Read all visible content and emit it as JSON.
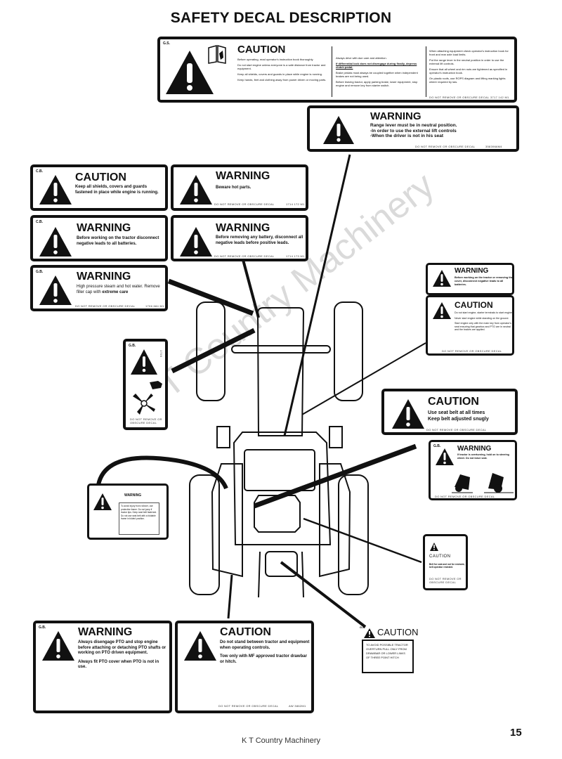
{
  "page": {
    "title": "SAFETY DECAL DESCRIPTION",
    "page_number": "15",
    "footer": "K T Country Machinery",
    "watermark": "K T Country Machinery"
  },
  "decals": {
    "operator_manual": {
      "code": "G.S.",
      "heading": "CAUTION",
      "col1": [
        "Before operating, read operator's instruction book thoroughly.",
        "Do not start engine unless everyone is a safe distance from tractor and equipment.",
        "Keep all shields, covers and guards in place while engine is running.",
        "Keep hands, feet and clothing away from power driven or moving parts."
      ],
      "col2": [
        "Always drive with due care and attention.",
        "If differential lock does not disengage during finally, depress clutch pedal.",
        "Brake pedals must always be coupled together when independent brakes are not being used.",
        "Before leaving tractor, apply parking brake, lower equipment, stop engine and remove key from starter switch."
      ],
      "col3": [
        "When attaching equipment check operator's instruction book for front and rear axle load limits.",
        "Put the range lever in the neutral position in order to use the external lift controls.",
        "Ensure that all wheel and rim nuts are tightened as specified in operator's instruction book.",
        "On plastic roofs, use ROPS diagram and lifting marking lights where required by law."
      ],
      "footer_left": "DO NOT REMOVE OR OBSCURE DECAL",
      "footer_right": "3717 142 M1"
    },
    "range_lever": {
      "heading": "WARNING",
      "lines": [
        "Range lever must be in neutral position.",
        "-In order to use the external lift controls",
        "-When the driver is not in his seat"
      ],
      "footer_left": "DO NOT REMOVE OR OBSCURE DECAL",
      "footer_right": "3583966M4"
    },
    "shields": {
      "code": "C.B.",
      "heading": "CAUTION",
      "text": "Keep all shields, covers and guards fastened in place while engine is running."
    },
    "hot_parts": {
      "heading": "WARNING",
      "text": "Beware hot parts.",
      "footer_left": "DO NOT REMOVE OR OBSCURE DECAL",
      "footer_right": "1714 172 M1"
    },
    "battery_disconnect": {
      "code": "C.B.",
      "heading": "WARNING",
      "text": "Before working on the tractor disconnect negative leads to all batteries."
    },
    "battery_removal": {
      "heading": "WARNING",
      "text": "Before removing any battery, disconnect all negative leads before positive leads.",
      "footer_left": "DO NOT REMOVE OR OBSCURE DECAL",
      "footer_right": "1714 173 M1"
    },
    "steam": {
      "code": "G.B.",
      "heading": "WARNING",
      "text_normal": "High pressure steam and hot water. Remove filler cap with",
      "text_bold": "extreme care",
      "footer_left": "DO NOT REMOVE OR OBSCURE DECAL",
      "footer_right": "1706 684 M1"
    },
    "fan": {
      "code": "G.B.",
      "side_code": "1706",
      "footer": "DO NOT REMOVE OR OBSCURE DECAL"
    },
    "battery_small": {
      "heading": "WARNING",
      "text": "Before working on the tractor or removing the cover, disconnect negative leads to all batteries."
    },
    "start_engine": {
      "heading": "CAUTION",
      "lines": [
        "Do not start engine, starter terminals to start engine.",
        "Never start engine while standing on the ground.",
        "Start engine only with the main key from operator's seat ensuring that gearbox and PTO are in neutral and the brakes are applied."
      ],
      "footer_left": "DO NOT REMOVE OR OBSCURE DECAL"
    },
    "seat_belt": {
      "heading": "CAUTION",
      "lines": [
        "Use seat belt at all times",
        "Keep belt adjusted snugly"
      ],
      "footer_left": "DO NOT REMOVE OR OBSCURE DECAL"
    },
    "rollover": {
      "code": "G.B.",
      "heading": "WARNING",
      "text": "If tractor is overturning, hold on to steering wheel. Do not leave seat.",
      "footer_left": "DO NOT REMOVE OR OBSCURE DECAL"
    },
    "cab_warning": {
      "heading": "WARNING",
      "boxed_text": "To avoid injury from rollover, use protective frame. Do not jump if tractor tips. Keep seat belt fastened. Do not use seat belt with a foldable frame in folded position."
    },
    "seat_belt_small": {
      "heading": "CAUTION",
      "text": "Belt for seat and not for restraint, belt operator restraint.",
      "footer": "DO NOT REMOVE OR OBSCURE DECAL"
    },
    "pto": {
      "code": "G.B.",
      "heading": "WARNING",
      "para1": "Always disengage PTO and stop engine before attaching or detaching PTO shafts or working on PTO driven equipment.",
      "para2": "Always fit PTO cover when PTO is not in use."
    },
    "tractor_equipment": {
      "heading": "CAUTION",
      "para1": "Do not stand between tractor and equipment when operating controls.",
      "para2": "Tow only with MF approved tractor drawbar or hitch.",
      "footer_left": "DO NOT REMOVE OR OBSCURE DECAL",
      "footer_right": "AW 3862M1"
    },
    "hitch": {
      "code": "G.B.",
      "heading": "CAUTION",
      "text": "TO AVOID POSSIBLE TRACTOR OVERTURN PULL ONLY FROM DRAWBAR OR LOWER LINKS OF THREE POINT HITCH"
    }
  }
}
